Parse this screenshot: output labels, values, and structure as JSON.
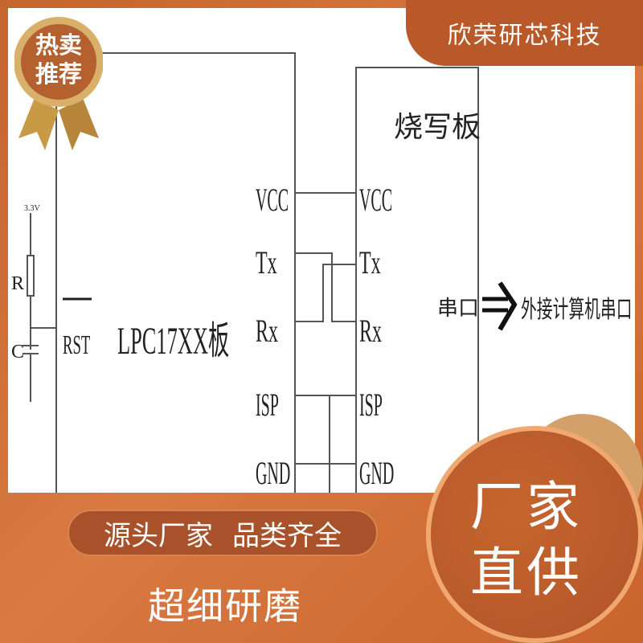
{
  "brand": "欣荣研芯科技",
  "badge": {
    "line1": "热卖",
    "line2": "推荐"
  },
  "diagram": {
    "rc_voltage": "3.3V",
    "r_label": "R",
    "c_label": "C",
    "rst_label": "RST",
    "mcu_label": "LPC17XX板",
    "burner_label": "烧写板",
    "pins_left": [
      "VCC",
      "Tx",
      "Rx",
      "ISP",
      "GND"
    ],
    "pins_right": [
      "VCC",
      "Tx",
      "Rx",
      "ISP",
      "GND"
    ],
    "serial_label": "串口",
    "arrow_icon": "double-arrow-right",
    "external_label": "外接计算机串口"
  },
  "pill": {
    "left": "源头厂家",
    "right": "品类齐全"
  },
  "slogan": "超细研磨",
  "circle": {
    "line1": "厂家",
    "line2": "直供"
  },
  "colors": {
    "accent": "#c5652e",
    "dark": "#b2542a"
  }
}
